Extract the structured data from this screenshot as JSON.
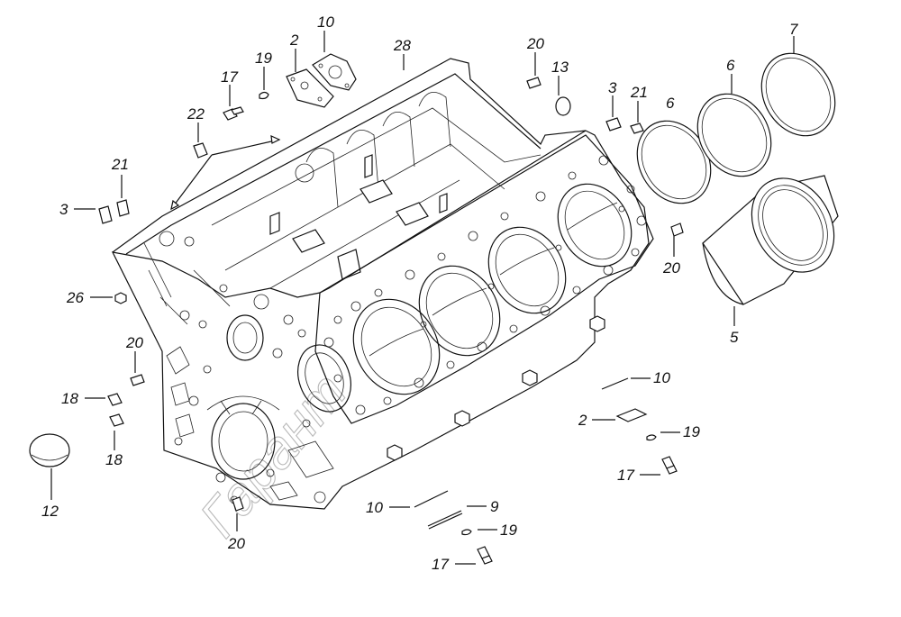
{
  "watermark": "Гарант",
  "callouts": [
    {
      "id": "c1",
      "label": "10"
    },
    {
      "id": "c2",
      "label": "2"
    },
    {
      "id": "c3",
      "label": "28"
    },
    {
      "id": "c4",
      "label": "20"
    },
    {
      "id": "c5",
      "label": "13"
    },
    {
      "id": "c6",
      "label": "3"
    },
    {
      "id": "c7",
      "label": "21"
    },
    {
      "id": "c8",
      "label": "6"
    },
    {
      "id": "c9",
      "label": "6"
    },
    {
      "id": "c10",
      "label": "7"
    },
    {
      "id": "c11",
      "label": "19"
    },
    {
      "id": "c12",
      "label": "17"
    },
    {
      "id": "c13",
      "label": "22"
    },
    {
      "id": "c14",
      "label": "21"
    },
    {
      "id": "c15",
      "label": "3"
    },
    {
      "id": "c16",
      "label": "26"
    },
    {
      "id": "c17",
      "label": "20"
    },
    {
      "id": "c18",
      "label": "18"
    },
    {
      "id": "c19",
      "label": "18"
    },
    {
      "id": "c20",
      "label": "12"
    },
    {
      "id": "c21",
      "label": "20"
    },
    {
      "id": "c22",
      "label": "20"
    },
    {
      "id": "c23",
      "label": "5"
    },
    {
      "id": "c24",
      "label": "10"
    },
    {
      "id": "c25",
      "label": "2"
    },
    {
      "id": "c26",
      "label": "19"
    },
    {
      "id": "c27",
      "label": "17"
    },
    {
      "id": "c28",
      "label": "10"
    },
    {
      "id": "c29",
      "label": "9"
    },
    {
      "id": "c30",
      "label": "19"
    },
    {
      "id": "c31",
      "label": "17"
    }
  ]
}
